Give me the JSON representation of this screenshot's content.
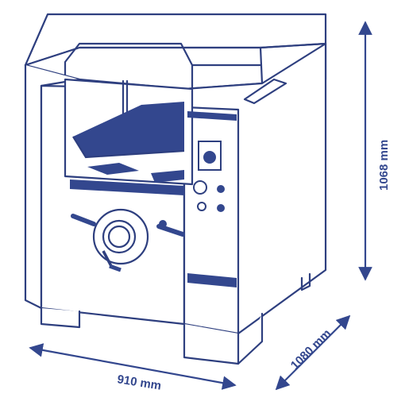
{
  "diagram": {
    "colors": {
      "outline": "#2e3f7f",
      "accent": "#33478e",
      "body_fill": "#ffffff",
      "background": "#ffffff"
    },
    "dimensions": {
      "width_label": "910 mm",
      "depth_label": "1080 mm",
      "height_label": "1068 mm"
    }
  }
}
